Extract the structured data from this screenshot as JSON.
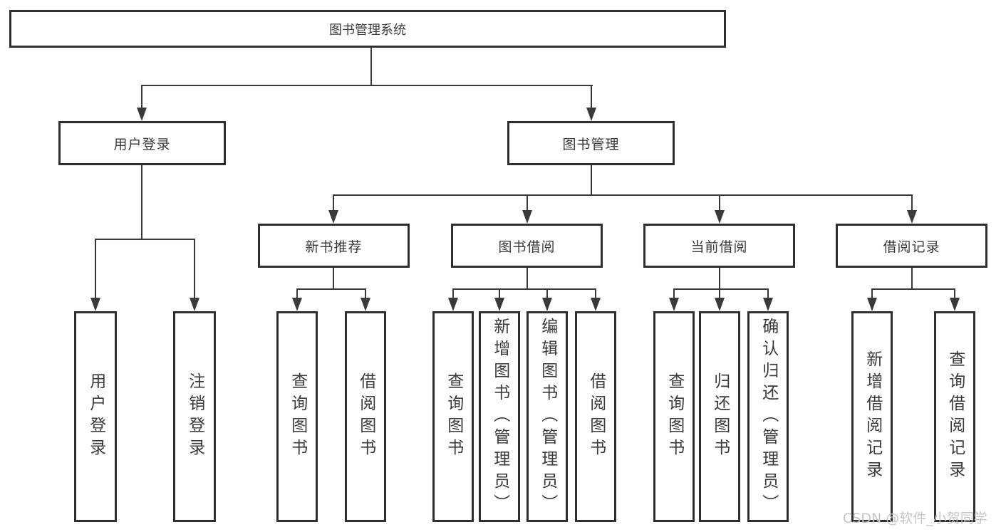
{
  "tree": {
    "root": {
      "label": "图书管理系统"
    },
    "branches": [
      {
        "label": "用户登录",
        "children": [
          {
            "label": "用户登录"
          },
          {
            "label": "注销登录"
          }
        ]
      },
      {
        "label": "图书管理",
        "children": [
          {
            "label": "新书推荐",
            "children": [
              {
                "label": "查询图书"
              },
              {
                "label": "借阅图书"
              }
            ]
          },
          {
            "label": "图书借阅",
            "children": [
              {
                "label": "查询图书"
              },
              {
                "label": "新增图书（管理员）"
              },
              {
                "label": "编辑图书（管理员）"
              },
              {
                "label": "借阅图书"
              }
            ]
          },
          {
            "label": "当前借阅",
            "children": [
              {
                "label": "查询图书"
              },
              {
                "label": "归还图书"
              },
              {
                "label": "确认归还（管理员）"
              }
            ]
          },
          {
            "label": "借阅记录",
            "children": [
              {
                "label": "新增借阅记录"
              },
              {
                "label": "查询借阅记录"
              }
            ]
          }
        ]
      }
    ]
  },
  "watermark": {
    "text": "CSDN @软件_小贺同学"
  },
  "colors": {
    "line": "#3a3a3a",
    "border": "#2f2f2f",
    "text": "#3a3a3a",
    "watermark_text": "#c6c6c6",
    "background": "#ffffff"
  }
}
